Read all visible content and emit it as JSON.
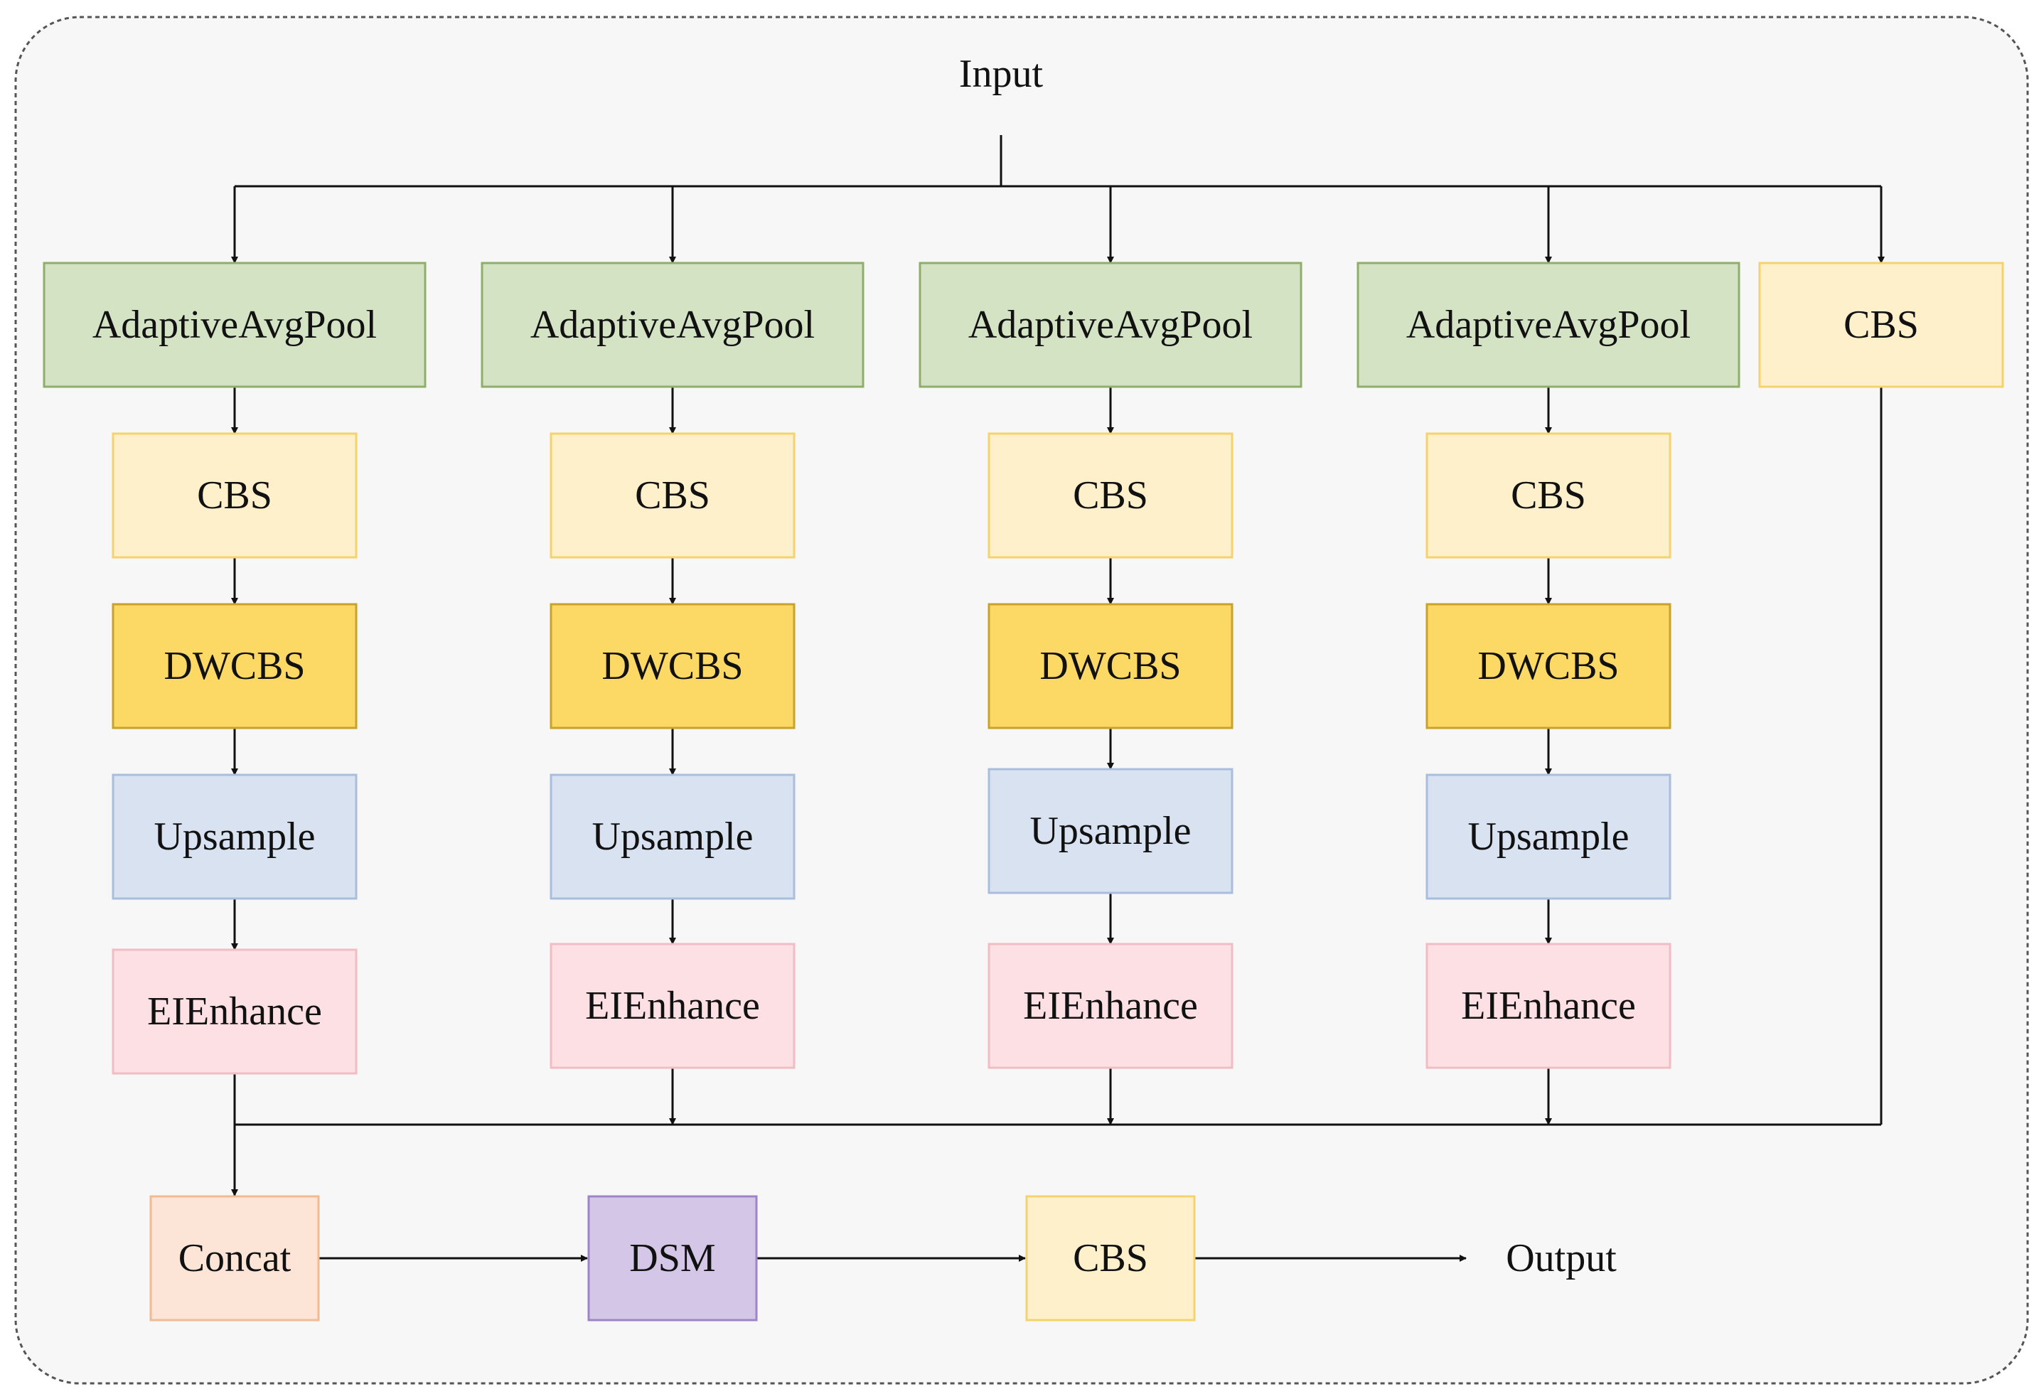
{
  "labels": {
    "input": "Input",
    "output": "Output"
  },
  "colors": {
    "green_fill": "#d5e3c5",
    "green_stroke": "#8fad6b",
    "yellow_fill": "#fff0cc",
    "yellow_stroke": "#f5d26b",
    "gold_fill": "#fcd965",
    "gold_stroke": "#c9a227",
    "blue_fill": "#d8e2f0",
    "blue_stroke": "#a9bedd",
    "pink_fill": "#fce0e4",
    "pink_stroke": "#f1bcc4",
    "peach_fill": "#fce5d6",
    "peach_stroke": "#f3b98f",
    "purple_fill": "#d3c6e6",
    "purple_stroke": "#9d84c8",
    "frame_fill": "#f7f7f7",
    "frame_stroke": "#555555"
  },
  "branches": [
    {
      "pool": "AdaptiveAvgPool",
      "cbs": "CBS",
      "dwcbs": "DWCBS",
      "upsample": "Upsample",
      "enhance": "EIEnhance"
    },
    {
      "pool": "AdaptiveAvgPool",
      "cbs": "CBS",
      "dwcbs": "DWCBS",
      "upsample": "Upsample",
      "enhance": "EIEnhance"
    },
    {
      "pool": "AdaptiveAvgPool",
      "cbs": "CBS",
      "dwcbs": "DWCBS",
      "upsample": "Upsample",
      "enhance": "EIEnhance"
    },
    {
      "pool": "AdaptiveAvgPool",
      "cbs": "CBS",
      "dwcbs": "DWCBS",
      "upsample": "Upsample",
      "enhance": "EIEnhance"
    }
  ],
  "shortcut": {
    "cbs": "CBS"
  },
  "tail": {
    "concat": "Concat",
    "dsm": "DSM",
    "cbs": "CBS"
  }
}
